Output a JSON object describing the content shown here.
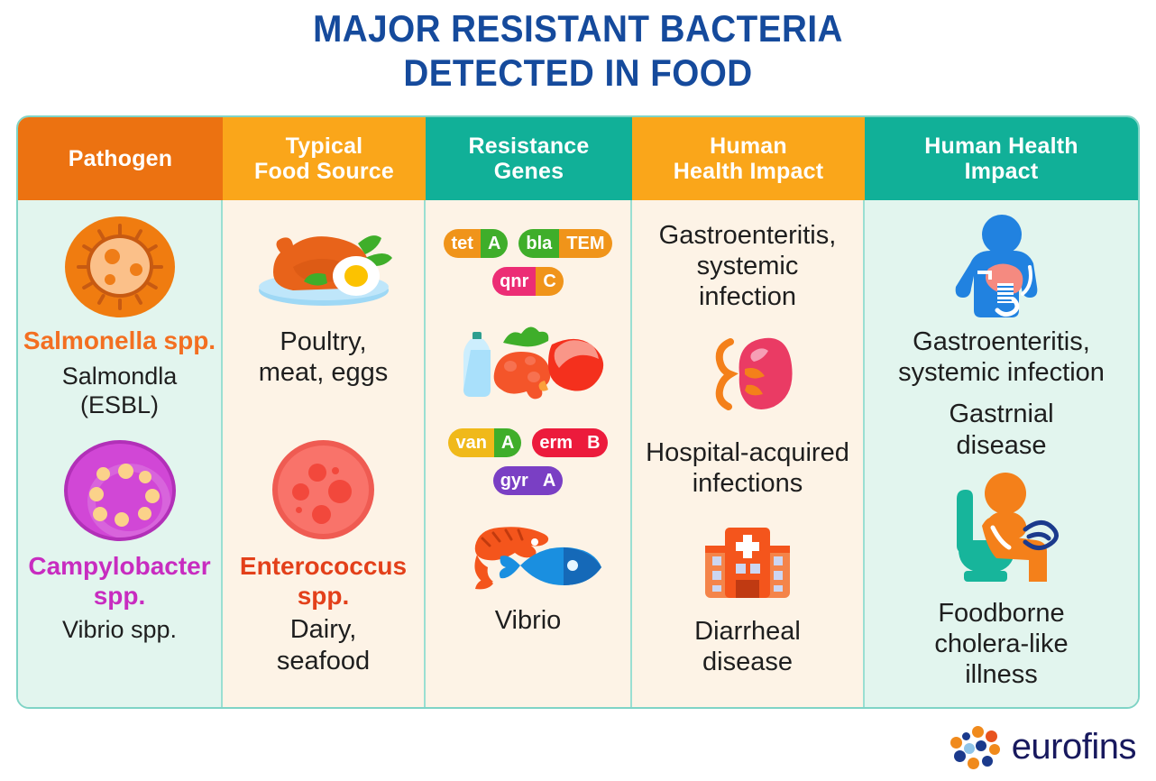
{
  "title": {
    "line1": "MAJOR RESISTANT BACTERIA",
    "line2": "DETECTED IN FOOD",
    "color": "#154a9c"
  },
  "table": {
    "headers": [
      {
        "label": "Pathogen",
        "color": "#ec7211"
      },
      {
        "label": "Typical\nFood Source",
        "line1": "Typical",
        "line2": "Food Source",
        "color": "#faa61a"
      },
      {
        "label": "Resistance\nGenes",
        "line1": "Resistance",
        "line2": "Genes",
        "color": "#11b098"
      },
      {
        "label": "Human\nHealth Impact",
        "line1": "Human",
        "line2": "Health Impact",
        "color": "#faa61a"
      },
      {
        "label": "Human Health\nImpact",
        "line1": "Human Health",
        "line2": "Impact",
        "color": "#11b098"
      }
    ],
    "columns": {
      "pathogen": {
        "icon_1": "salmonella-bacteria-icon",
        "name_1": "Salmonella spp.",
        "name_1_color": "#f36f21",
        "sub_1": "Salmondla\n(ESBL)",
        "sub_1_line1": "Salmondla",
        "sub_1_line2": "(ESBL)",
        "icon_2": "campylobacter-bacteria-icon",
        "name_2": "Campylobacter spp.",
        "name_2_line1": "Campylobacter",
        "name_2_line2": "spp.",
        "name_2_color": "#c82cc0",
        "sub_2": "Vibrio spp."
      },
      "food_source": {
        "icon_1": "roast-chicken-plate-icon",
        "text_1_line1": "Poultry,",
        "text_1_line2": "meat, eggs",
        "icon_2": "enterococcus-colony-icon",
        "name_2_line1": "Enterococcus",
        "name_2_line2": "spp.",
        "name_2_color": "#e3401a",
        "text_2_line1": "Dairy,",
        "text_2_line2": "seafood"
      },
      "resistance_genes": {
        "group_1": [
          {
            "label": "tetA",
            "part_a": "tet",
            "part_b": "A",
            "color_a": "#f0941a",
            "color_b": "#3fae2a"
          },
          {
            "label": "blaTEM",
            "part_a": "bla",
            "part_b": "TEM",
            "color_a": "#3fae2a",
            "color_b": "#f0941a"
          },
          {
            "label": "qnrC",
            "part_a": "qnr",
            "part_b": "C",
            "color_a": "#ec2d75",
            "color_b": "#f0941a"
          }
        ],
        "icon_middle": "dairy-meat-food-icon",
        "group_2": [
          {
            "label": "vanA",
            "part_a": "van",
            "part_b": "A",
            "color_a": "#f0b91a",
            "color_b": "#3fae2a"
          },
          {
            "label": "ermB",
            "part_a": "erm",
            "part_b": "B",
            "color_a": "#ec1b3c",
            "color_b": "#ec1b3c"
          },
          {
            "label": "gyrA",
            "part_a": "gyr",
            "part_b": "A",
            "color_a": "#7a3fc4",
            "color_b": "#7a3fc4"
          }
        ],
        "icon_bottom": "shrimp-fish-seafood-icon",
        "caption_bottom": "Vibrio"
      },
      "health_impact_orange": {
        "text_1_line1": "Gastroenteritis,",
        "text_1_line2": "systemic",
        "text_1_line3": "infection",
        "icon_1": "kidney-icon",
        "text_2_line1": "Hospital-acquired",
        "text_2_line2": "infections",
        "icon_2": "hospital-building-icon",
        "text_3_line1": "Diarrheal",
        "text_3_line2": "disease"
      },
      "health_impact_teal": {
        "icon_1": "person-stomach-pain-icon",
        "text_1_line1": "Gastroenteritis,",
        "text_1_line2": "systemic infection",
        "text_2_line1": "Gastrnial",
        "text_2_line2": "disease",
        "icon_2": "person-on-toilet-icon",
        "text_3_line1": "Foodborne",
        "text_3_line2": "cholera-like",
        "text_3_line3": "illness"
      }
    }
  },
  "logo": {
    "text": "eurofins",
    "mark": "eurofins-dots-logo",
    "text_color": "#18195e",
    "dot_colors": [
      "#1b3a8c",
      "#f08a1c",
      "#e8531e",
      "#8fc4e8"
    ]
  }
}
